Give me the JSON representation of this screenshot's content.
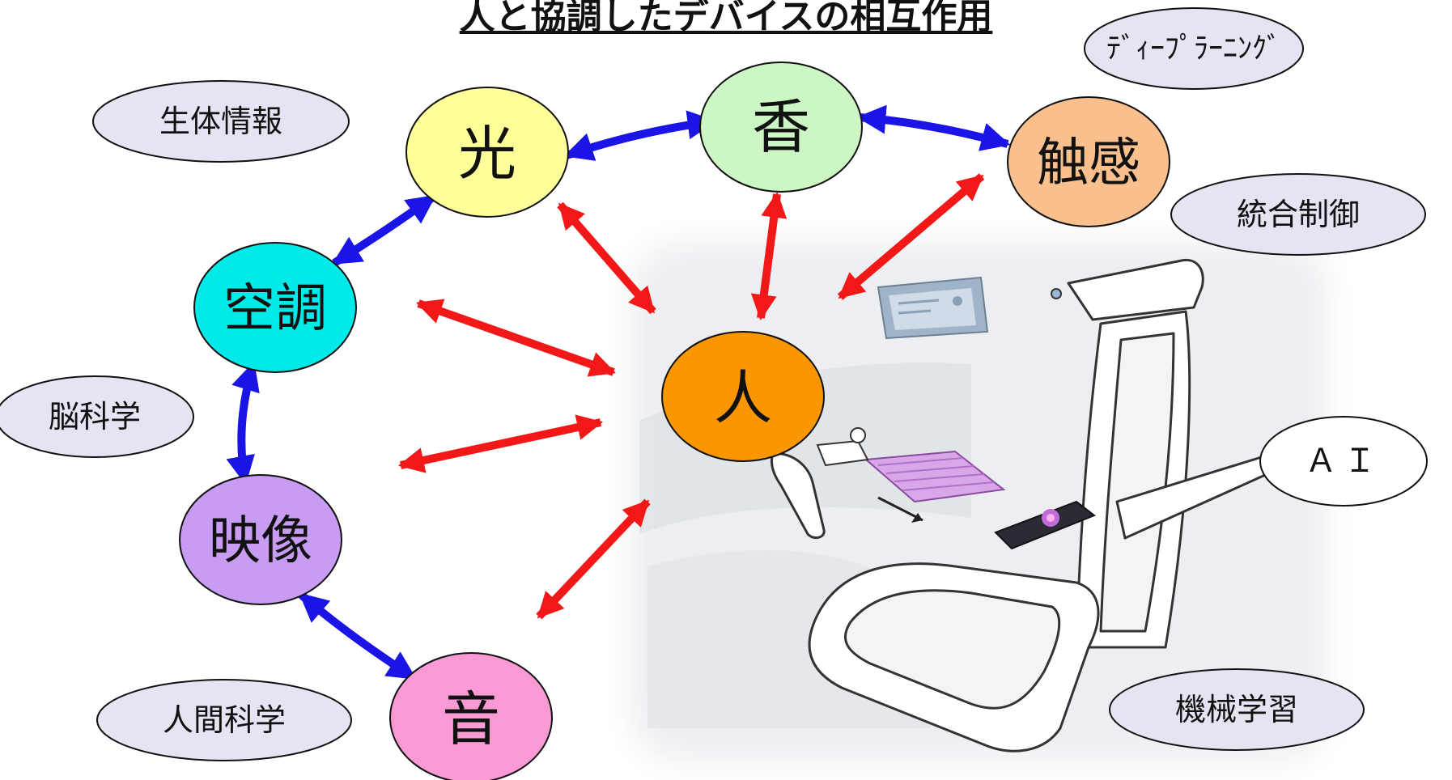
{
  "title": "人と協調したデバイスの相互作用",
  "colors": {
    "peer_arrow": "#1a14e6",
    "person_arrow": "#f21818",
    "tag_fill": "#e4e4f2",
    "node_outline": "#111111"
  },
  "nodes": {
    "light": {
      "label": "光",
      "color": "#ffff99"
    },
    "scent": {
      "label": "香",
      "color": "#ccf7c4"
    },
    "touch": {
      "label": "触感",
      "color": "#f9bf8c"
    },
    "aircon": {
      "label": "空調",
      "color": "#00eaea"
    },
    "video": {
      "label": "映像",
      "color": "#c79cf2"
    },
    "sound": {
      "label": "音",
      "color": "#f99ad4"
    },
    "person": {
      "label": "人",
      "color": "#fa9600"
    }
  },
  "tags": {
    "deep_learning": "ﾃﾞｨｰﾌﾟﾗｰﾆﾝｸﾞ",
    "biometrics": "生体情報",
    "integrated_control": "統合制御",
    "brain_science": "脳科学",
    "ai": "ＡＩ",
    "human_science": "人間科学",
    "machine_learning": "機械学習"
  }
}
